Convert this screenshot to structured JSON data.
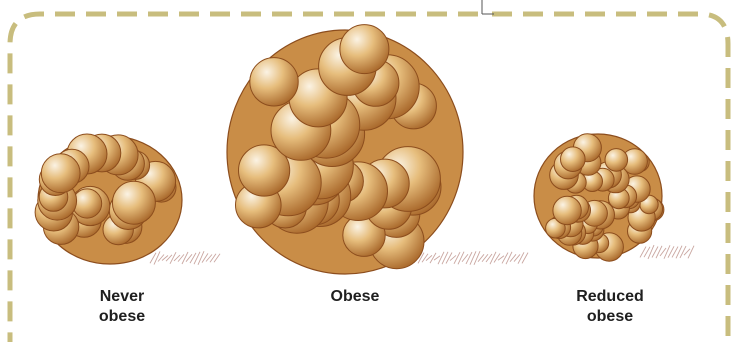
{
  "colors": {
    "frame_dash": "#c8bd7e",
    "cell_light": "#f9eedb",
    "cell_mid": "#e3b570",
    "cell_dark": "#a8672a",
    "cell_outline": "#8c4d1d",
    "shadow_hatch": "#c9a6a0"
  },
  "panels": [
    {
      "id": "never-obese",
      "label_line1": "Never",
      "label_line2": "obese"
    },
    {
      "id": "obese",
      "label_line1": "Obese",
      "label_line2": ""
    },
    {
      "id": "reduced-obese",
      "label_line1": "Reduced",
      "label_line2": "obese"
    }
  ]
}
